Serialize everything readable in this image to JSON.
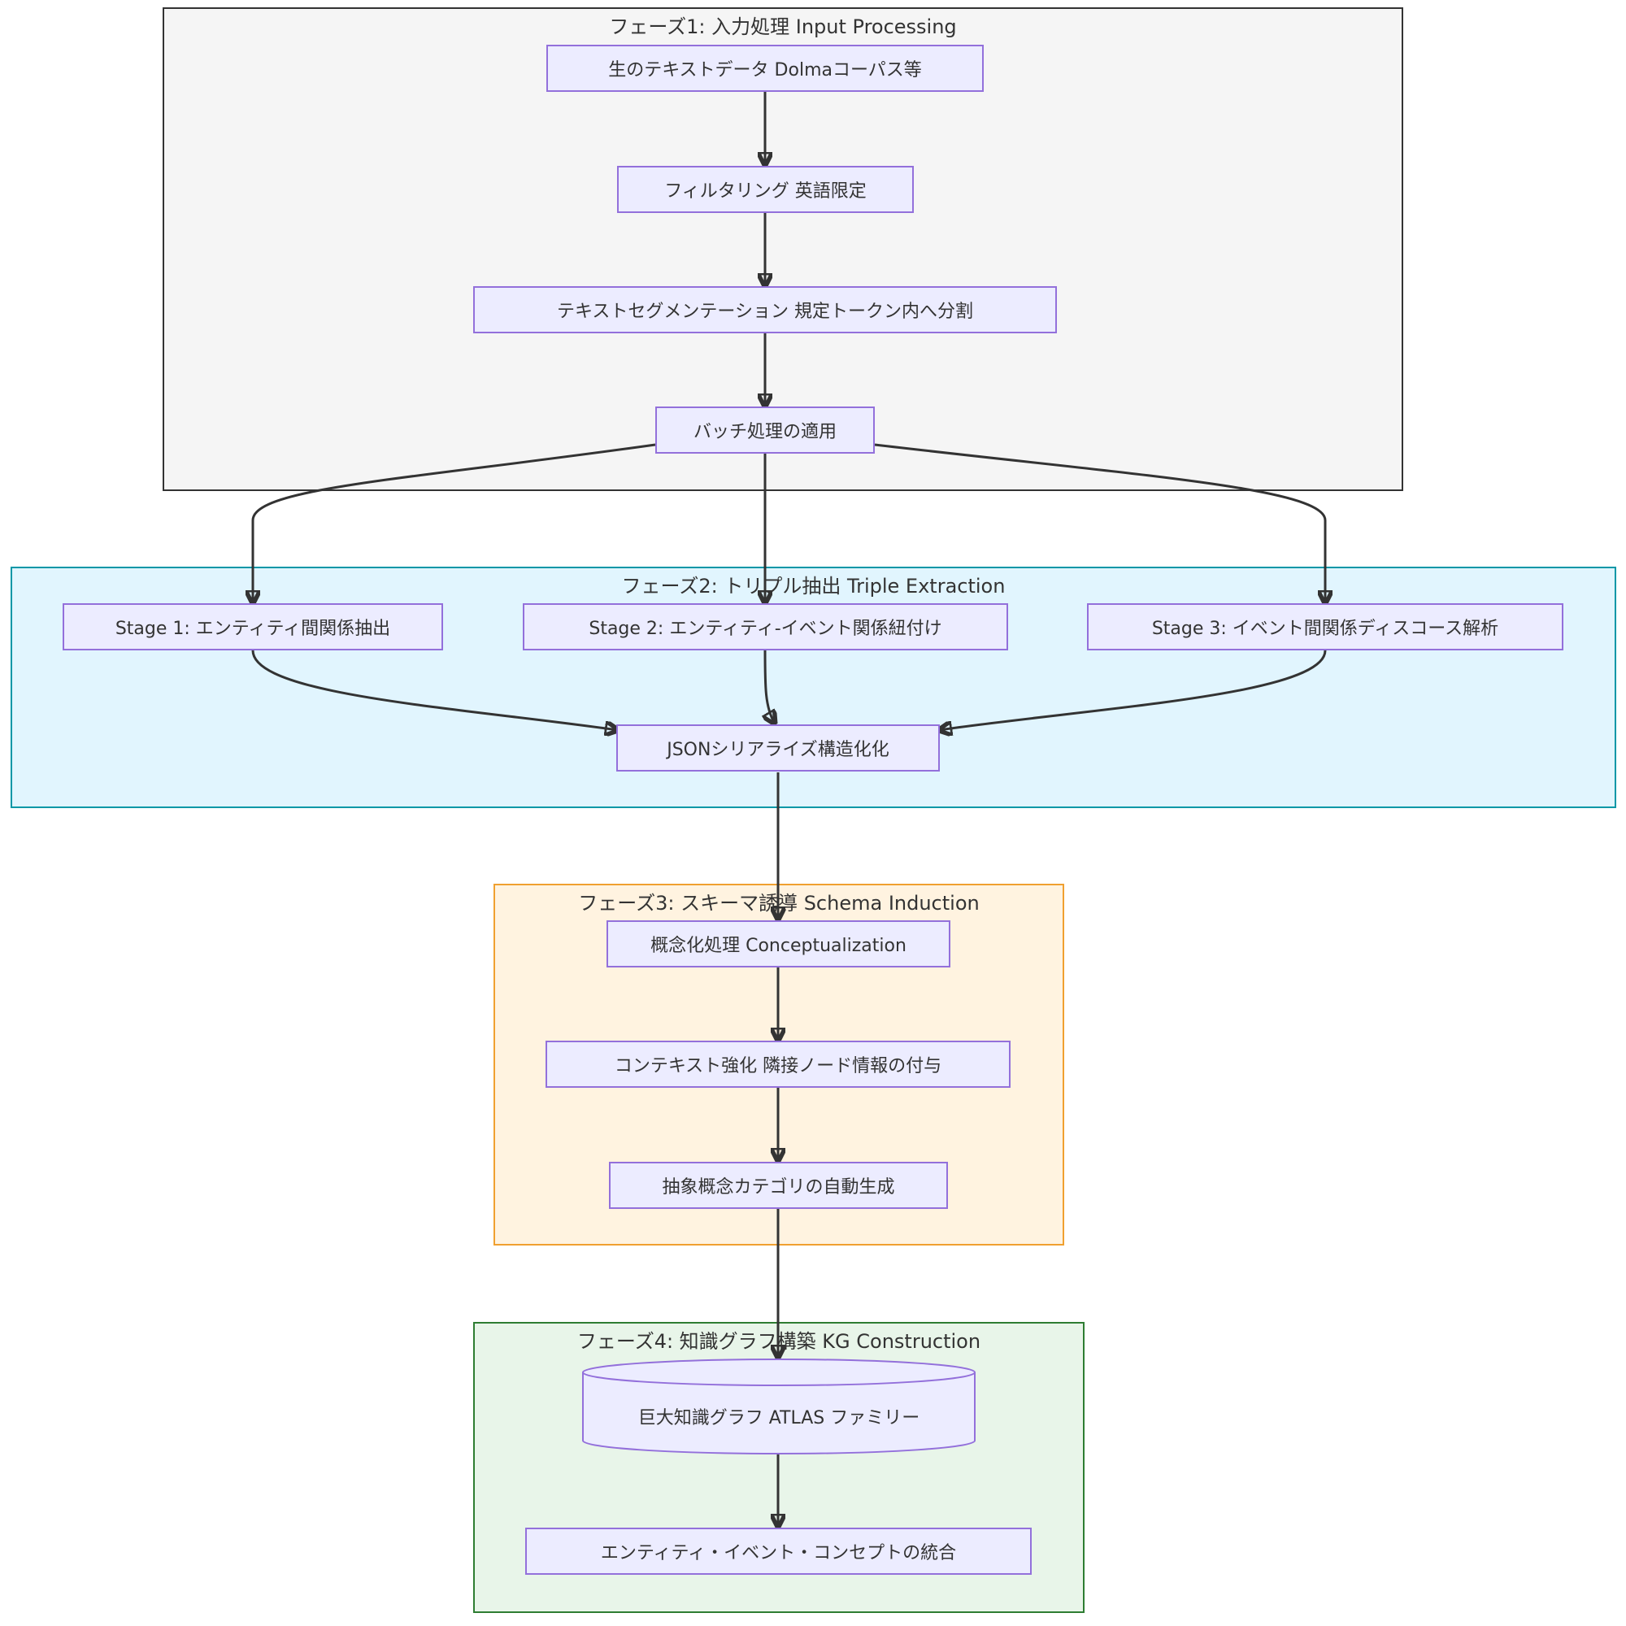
{
  "colors": {
    "node_fill": "#ececff",
    "node_border": "#9370db",
    "edge": "#333333",
    "phase1_fill": "#f5f5f5",
    "phase1_border": "#333333",
    "phase2_fill": "#e1f5fe",
    "phase2_border": "#0097a7",
    "phase3_fill": "#fff3e0",
    "phase3_border": "#f0a030",
    "phase4_fill": "#e8f5e9",
    "phase4_border": "#2e7d32"
  },
  "phases": {
    "phase1": {
      "label": "フェーズ1: 入力処理 Input Processing",
      "nodes": {
        "raw_text": "生のテキストデータ Dolmaコーパス等",
        "filtering": "フィルタリング 英語限定",
        "segmentation": "テキストセグメンテーション 規定トークン内へ分割",
        "batch": "バッチ処理の適用"
      }
    },
    "phase2": {
      "label": "フェーズ2: トリプル抽出 Triple Extraction",
      "nodes": {
        "stage1": "Stage 1: エンティティ間関係抽出",
        "stage2": "Stage 2: エンティティ-イベント関係紐付け",
        "stage3": "Stage 3: イベント間関係ディスコース解析",
        "json": "JSONシリアライズ構造化化"
      }
    },
    "phase3": {
      "label": "フェーズ3: スキーマ誘導 Schema Induction",
      "nodes": {
        "conceptualization": "概念化処理 Conceptualization",
        "context": "コンテキスト強化 隣接ノード情報の付与",
        "categories": "抽象概念カテゴリの自動生成"
      }
    },
    "phase4": {
      "label": "フェーズ4: 知識グラフ構築 KG Construction",
      "nodes": {
        "atlas": "巨大知識グラフ ATLAS ファミリー",
        "integration": "エンティティ・イベント・コンセプトの統合"
      }
    }
  }
}
